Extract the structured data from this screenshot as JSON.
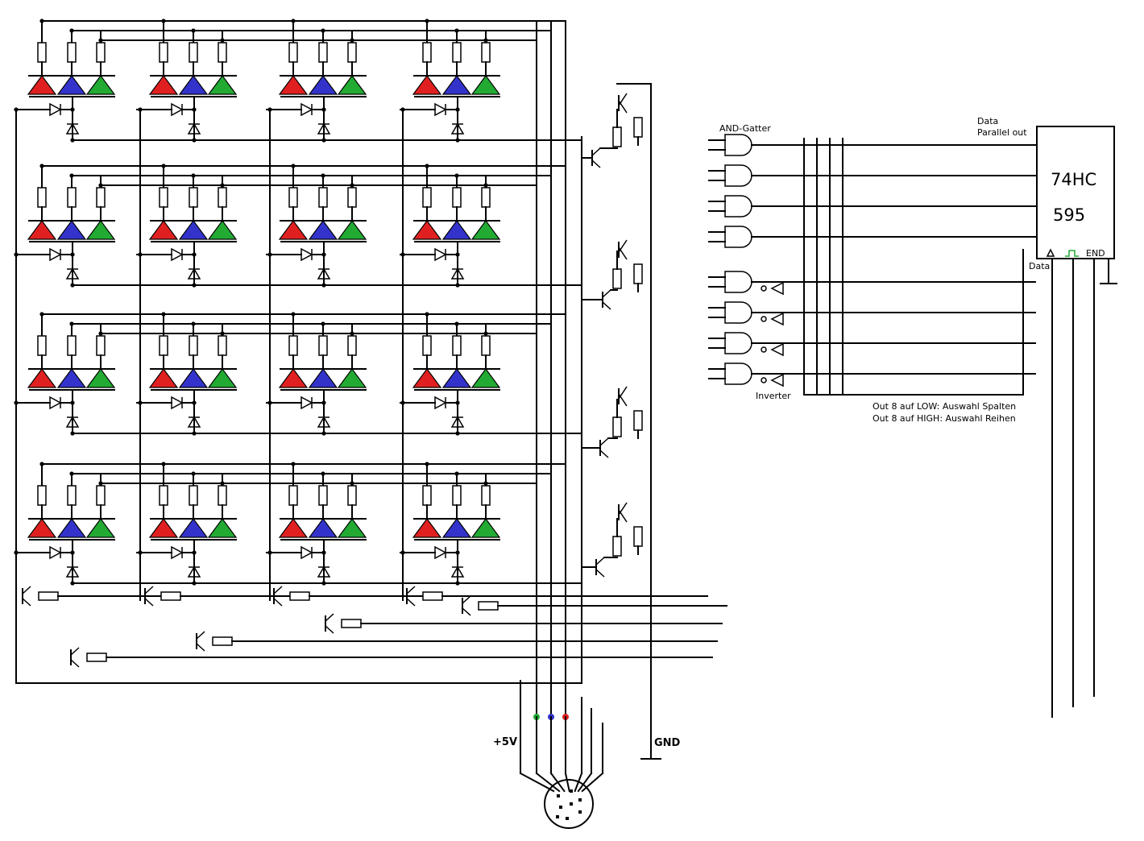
{
  "labels": {
    "and_gate": "AND-Gatter",
    "data_parallel_1": "Data",
    "data_parallel_2": "Parallel out",
    "chip_line1": "74HC",
    "chip_line2": "595",
    "pin_data": "Data",
    "pin_end": "END",
    "inverter": "Inverter",
    "note_low": "Out 8 auf LOW: Auswahl Spalten",
    "note_high": "Out 8 auf HIGH: Auswahl Reihen",
    "plus5v": "+5V",
    "gnd": "GND"
  },
  "colors": {
    "wire": "#000000",
    "led_red": "#e02020",
    "led_blue": "#3333cc",
    "led_green": "#22aa33"
  },
  "grid": {
    "rows": 4,
    "columns": 4
  }
}
